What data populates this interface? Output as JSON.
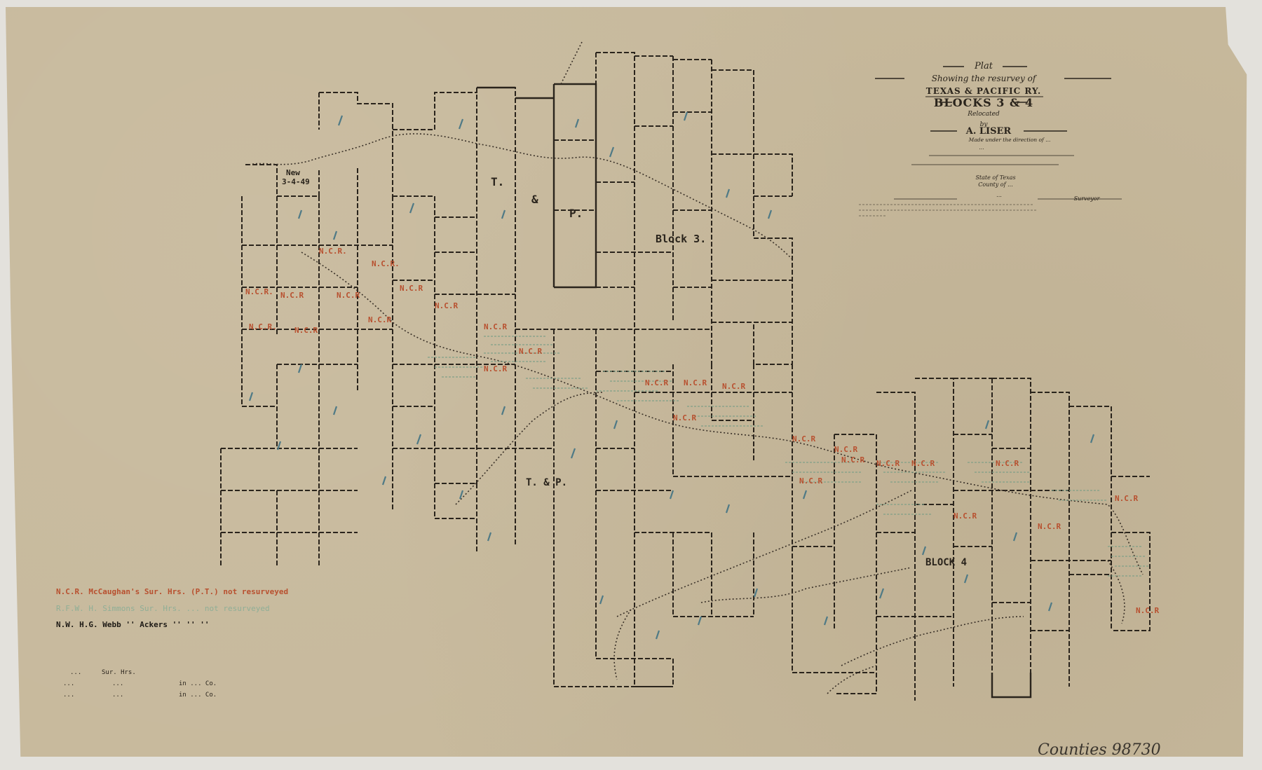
{
  "document": {
    "type": "survey plat",
    "paper_color": "#c7b99c",
    "background_color": "#e3e1dc",
    "ink_color": "#2a241c",
    "red_ink": "#b8502f",
    "green_ink": "#7fa088",
    "blue_ink": "#4f7a86"
  },
  "title_block": {
    "line1": "Plat",
    "line2": "Showing the resurvey of",
    "line3": "TEXAS & PACIFIC RY.",
    "line4": "BLOCKS 3 & 4",
    "line5": "Relocated",
    "line6": "by",
    "line7": "A. LISER",
    "line8": "Made under the direction of ...",
    "line9": "...",
    "line10": "State of Texas",
    "line11": "County of ...",
    "line12": "...",
    "line13": "Surveyor"
  },
  "map_labels": {
    "block3": "Block 3.",
    "block4": "BLOCK 4",
    "tp_t": "T.",
    "tp_and": "&",
    "tp_p": "P.",
    "tp_lower": "T. & P.",
    "new_label": "New",
    "new_sub": "3-4-49"
  },
  "legend": {
    "red_line": "N.C.R.  McCaughan's  Sur. Hrs.  (P.T.) not resurveyed",
    "green_line": "R.F.W.  H. Simmons  Sur. Hrs.  ... not resurveyed",
    "black_line": "N.W.  H.G. Webb    ''  Ackers  ''   ''   ''"
  },
  "notes": {
    "row1_a": "...",
    "row1_b": "Sur. Hrs.",
    "row2_a": "...",
    "row2_b": "...",
    "row2_c": "in ... Co.",
    "row3_a": "...",
    "row3_b": "...",
    "row3_c": "in ... Co."
  },
  "catalog_annotation": "Counties 98730"
}
